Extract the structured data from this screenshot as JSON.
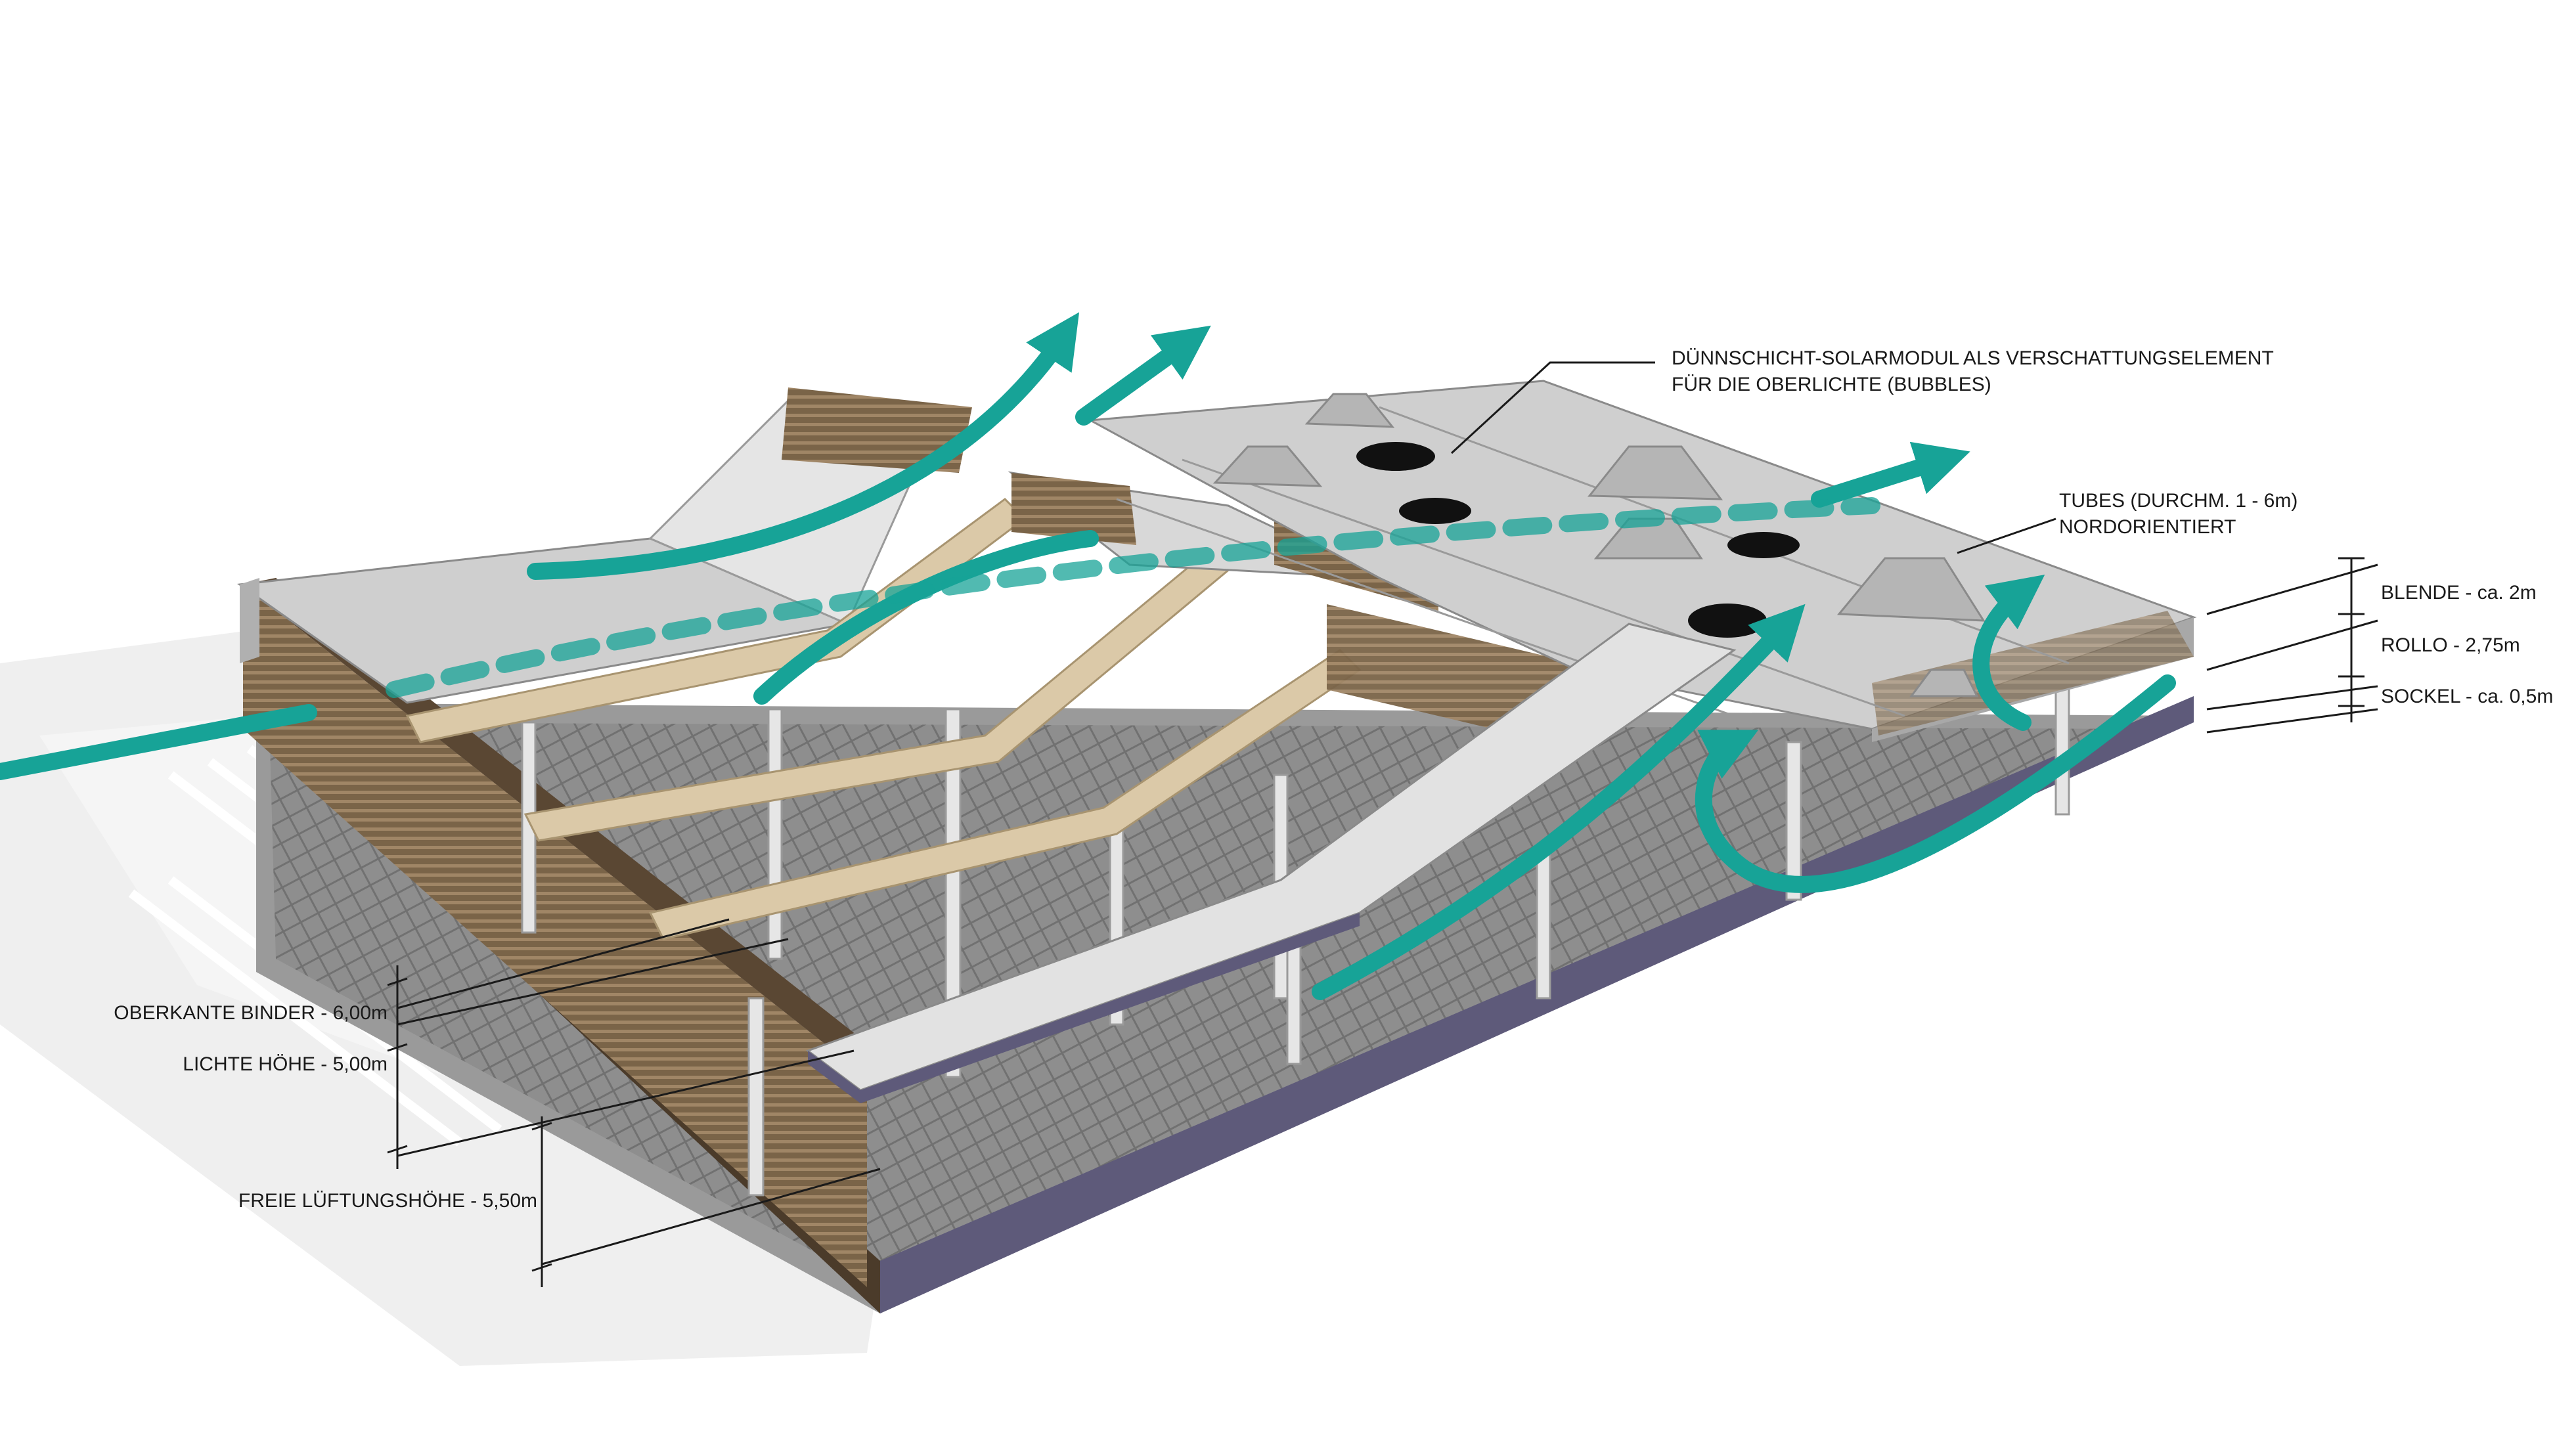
{
  "annotations": {
    "solar_module": {
      "line1": "DÜNNSCHICHT-SOLARMODUL ALS VERSCHATTUNGSELEMENT",
      "line2": "FÜR DIE OBERLICHTE (BUBBLES)"
    },
    "tubes": {
      "line1": "TUBES (DURCHM. 1 - 6m)",
      "line2": "NORDORIENTIERT"
    }
  },
  "dimensions_right": [
    {
      "label": "BLENDE - ca. 2m"
    },
    {
      "label": "ROLLO - 2,75m"
    },
    {
      "label": "SOCKEL - ca. 0,5m"
    }
  ],
  "dimensions_left": [
    {
      "label": "OBERKANTE BINDER - 6,00m"
    },
    {
      "label": "LICHTE HÖHE - 5,00m"
    },
    {
      "label": "FREIE LÜFTUNGSHÖHE - 5,50m"
    }
  ],
  "colors": {
    "airflow": "#17a397",
    "roof": "#cdcdcd",
    "roof_light": "#e4e4e4",
    "timber": "#d9c7a7",
    "louvre": "#6b5640",
    "floor": "#8f8f8f",
    "shadow": "#ececec"
  }
}
